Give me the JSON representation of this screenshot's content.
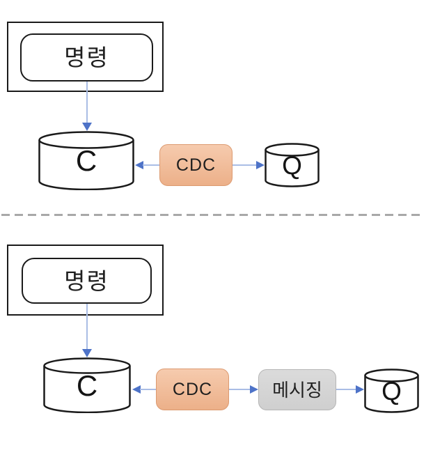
{
  "top": {
    "command_label": "명령",
    "c_label": "C",
    "cdc_label": "CDC",
    "q_label": "Q"
  },
  "bottom": {
    "command_label": "명령",
    "c_label": "C",
    "cdc_label": "CDC",
    "messaging_label": "메시징",
    "q_label": "Q"
  },
  "colors": {
    "shape_stroke": "#1a1a1a",
    "arrow_line": "#a9bde5",
    "arrow_head": "#4e73c8",
    "divider": "#a8a8a8",
    "cdc_fill_top": "#f6cbae",
    "cdc_fill_bottom": "#ecb089",
    "cdc_border": "#dc9a70",
    "messaging_fill_top": "#dbdbdb",
    "messaging_fill_bottom": "#cfcfcf",
    "messaging_border": "#b5b5b5",
    "background": "#ffffff"
  }
}
